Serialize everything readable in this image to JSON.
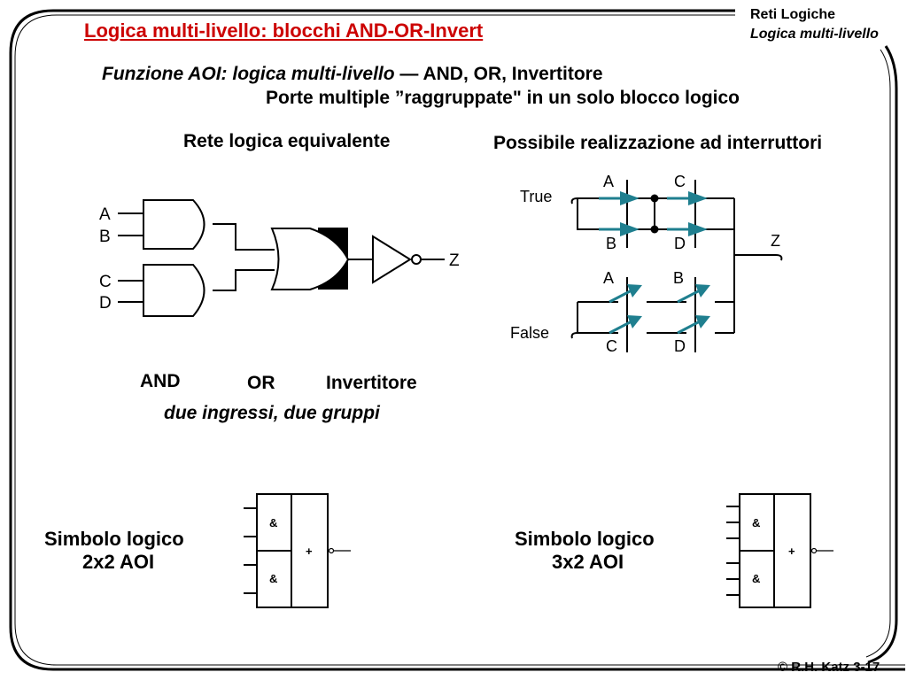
{
  "header": {
    "title": "Logica multi-livello: blocchi AND-OR-Invert",
    "course": "Reti Logiche",
    "topic": "Logica multi-livello"
  },
  "subtitle": {
    "line1_italic": "Funzione AOI: logica multi-livello",
    "line1_rest": " — AND, OR, Invertitore",
    "line2": "Porte multiple ”raggruppate\" in un solo blocco logico"
  },
  "left_section": {
    "title": "Rete logica equivalente",
    "inputs": [
      "A",
      "B",
      "C",
      "D"
    ],
    "output": "Z",
    "label_and": "AND",
    "label_or": "OR",
    "label_inverter": "Invertitore",
    "note": "due ingressi, due gruppi"
  },
  "right_section": {
    "title": "Possibile realizzazione ad interruttori",
    "true_label": "True",
    "false_label": "False",
    "output": "Z",
    "switches_top": [
      "A",
      "C",
      "B",
      "D"
    ],
    "switches_bottom": [
      "A",
      "B",
      "C",
      "D"
    ]
  },
  "symbol_2x2": {
    "line1": "Simbolo logico",
    "line2": "2x2 AOI",
    "and_symbol": "&",
    "or_symbol": "+"
  },
  "symbol_3x2": {
    "line1": "Simbolo logico",
    "line2": "3x2 AOI",
    "and_symbol": "&",
    "or_symbol": "+"
  },
  "footer": "© R.H. Katz 3-17",
  "colors": {
    "title": "#cc0000",
    "switch": "#1f7f8f"
  }
}
